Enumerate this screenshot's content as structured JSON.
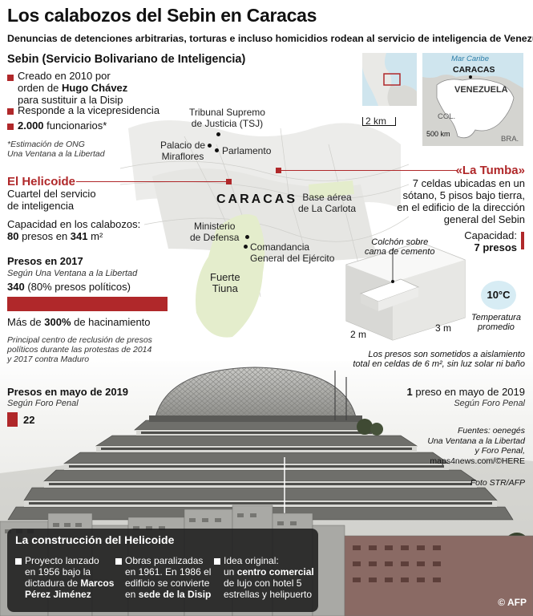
{
  "header": {
    "title": "Los calabozos del Sebin en Caracas",
    "subtitle": "Denuncias de detenciones arbitrarias, torturas e incluso homicidios rodean al servicio de inteligencia de Venezuela"
  },
  "sebin": {
    "heading": "Sebin (Servicio Bolivariano de Inteligencia)",
    "bullet1_pre": "Creado en 2010 por",
    "bullet1_mid_pre": "orden de ",
    "bullet1_name": "Hugo Chávez",
    "bullet1_post": "para sustituir a la Disip",
    "bullet2": "Responde a la vicepresidencia",
    "bullet3_bold": "2.000",
    "bullet3_rest": " funcionarios*",
    "footnote_1": "*Estimación de ONG",
    "footnote_2": "Una Ventana a la Libertad"
  },
  "helicoide": {
    "name": "El Helicoide",
    "desc_1": "Cuartel del servicio",
    "desc_2": "de inteligencia",
    "capacity_label": "Capacidad en los calabozos:",
    "capacity_presos": "80",
    "capacity_mid": " presos en ",
    "capacity_area": "341",
    "capacity_unit": " m²",
    "presos2017_heading": "Presos en 2017",
    "presos2017_source": "Según Una Ventana a la Libertad",
    "presos2017_value": "340",
    "presos2017_detail": " (80% presos políticos)",
    "hacinamiento_pre": "Más de ",
    "hacinamiento_pct": "300%",
    "hacinamiento_post": " de hacinamiento",
    "note_1": "Principal centro de reclusión de presos",
    "note_2": "políticos durante las protestas de 2014",
    "note_3": "y 2017 contra Maduro",
    "presos2019_heading": "Presos en mayo de 2019",
    "presos2019_source": "Según Foro Penal",
    "presos2019_value": "22"
  },
  "tumba": {
    "name": "«La Tumba»",
    "desc_1": "7 celdas ubicadas en un",
    "desc_2": "sótano, 5 pisos bajo tierra,",
    "desc_3": "en el edificio de la dirección",
    "desc_4": "general del Sebin",
    "capacity_label": "Capacidad:",
    "capacity_value": "7 presos",
    "cell_label_1": "Colchón sobre",
    "cell_label_2": "cama de cemento",
    "dim_width": "2 m",
    "dim_depth": "3 m",
    "temperature": "10°C",
    "temp_label_1": "Temperatura",
    "temp_label_2": "promedio",
    "isolation_1": "Los presos son sometidos a aislamiento",
    "isolation_2": "total en celdas de 6 m², sin luz solar ni baño",
    "presos2019_value": "1",
    "presos2019_text": " preso en mayo de 2019",
    "presos2019_source": "Según Foro Penal"
  },
  "map": {
    "city": "CARACAS",
    "tsj_1": "Tribunal Supremo",
    "tsj_2": "de Justicia (TSJ)",
    "miraflores_1": "Palacio de",
    "miraflores_2": "Miraflores",
    "parlamento": "Parlamento",
    "base_1": "Base aérea",
    "base_2": "de La Carlota",
    "mindef_1": "Ministerio",
    "mindef_2": "de Defensa",
    "comandancia_1": "Comandancia",
    "comandancia_2": "General del Ejército",
    "tiuna_1": "Fuerte",
    "tiuna_2": "Tiuna",
    "scale": "2 km",
    "inset_sea": "Mar Caribe",
    "inset_city": "CARACAS",
    "inset_country": "VENEZUELA",
    "inset_col": "COL.",
    "inset_bra": "BRA.",
    "inset_scale": "500 km"
  },
  "credits": {
    "sources_1": "Fuentes: oenegés",
    "sources_2": "Una Ventana a la Libertad",
    "sources_3": "y Foro Penal,",
    "sources_4": "maps4news.com/©HERE",
    "photo": "Foto STR/AFP",
    "agency": "© AFP"
  },
  "construction": {
    "heading": "La construcción del Helicoide",
    "col1_1": "Proyecto lanzado",
    "col1_2": "en 1956 bajo la",
    "col1_3": "dictadura de ",
    "col1_3b": "Marcos",
    "col1_4": "Pérez Jiménez",
    "col2_1": "Obras paralizadas",
    "col2_2": "en 1961. En 1986 el",
    "col2_3": "edificio se convierte",
    "col2_4_pre": "en ",
    "col2_4": "sede de la Disip",
    "col3_1": "Idea original:",
    "col3_2_pre": "un ",
    "col3_2": "centro comercial",
    "col3_3": "de lujo con hotel 5",
    "col3_4": "estrellas y helipuerto"
  },
  "bars": {
    "presos2017": 340,
    "presos2019_helicoide": 22,
    "tumba_capacity": 7,
    "color": "#b0282a"
  }
}
